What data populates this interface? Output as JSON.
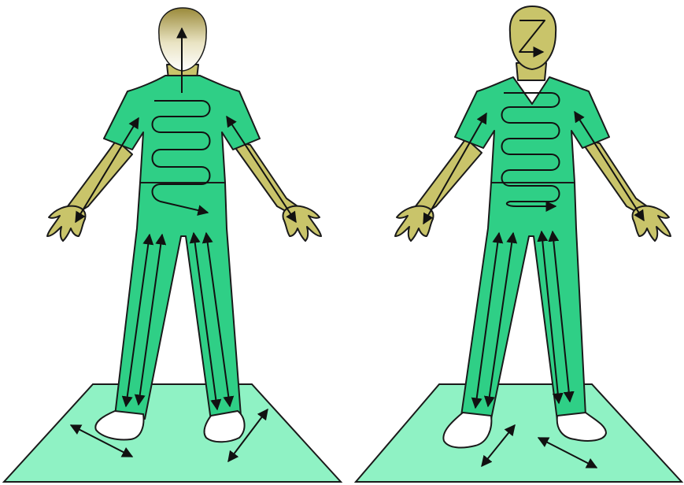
{
  "figures": [
    {
      "id": "left-figure",
      "head": "hair-covered",
      "arrow_pattern": "vertical"
    },
    {
      "id": "right-figure",
      "head": "bald-with-z",
      "arrow_pattern": "zigzag"
    }
  ],
  "colors": {
    "background": "#ffffff",
    "scrubs": "#2fcf86",
    "skin": "#c9c46a",
    "mat": "#8ff2c4",
    "outline": "#1a1a1a",
    "arrows": "#111111"
  }
}
